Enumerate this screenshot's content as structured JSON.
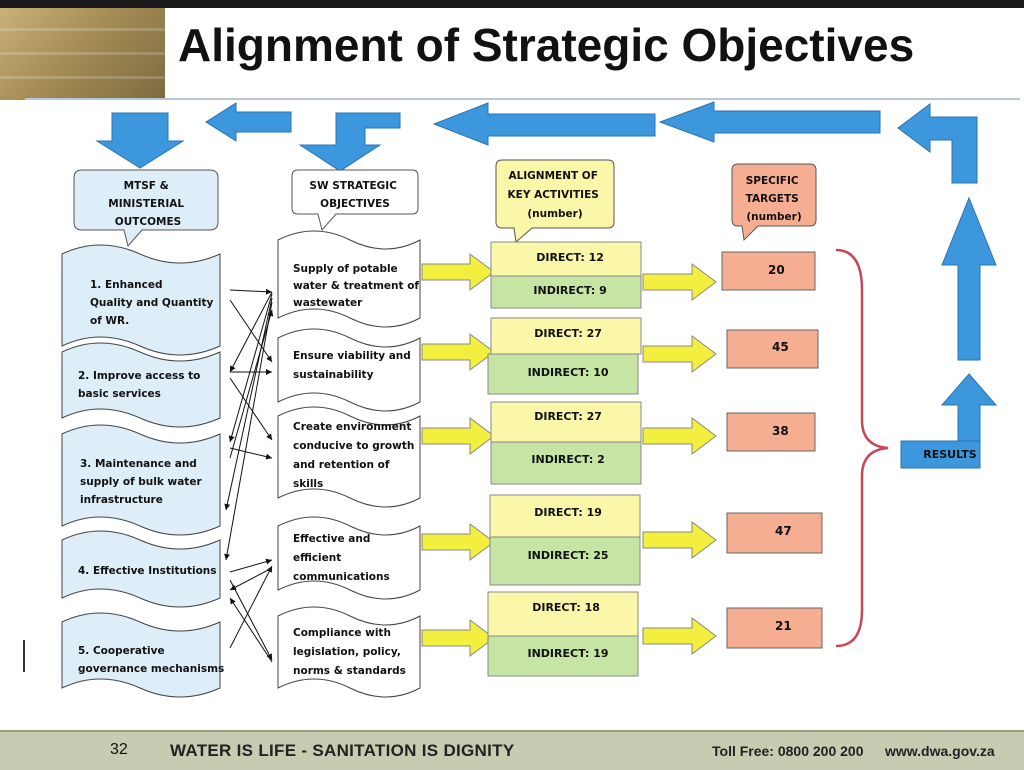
{
  "slide": {
    "title": "Alignment of Strategic Objectives",
    "page_number": "32",
    "footer_slogan": "WATER IS LIFE - SANITATION IS DIGNITY",
    "toll_free": "Toll Free: 0800 200 200",
    "website": "www.dwa.gov.za"
  },
  "callouts": {
    "mtsf": [
      "MTSF &",
      "MINISTERIAL",
      "OUTCOMES"
    ],
    "sw": [
      "SW STRATEGIC",
      "OBJECTIVES"
    ],
    "activities": [
      "ALIGNMENT OF",
      "KEY ACTIVITIES",
      "(number)"
    ],
    "targets": [
      "SPECIFIC",
      "TARGETS",
      "(number)"
    ]
  },
  "outcomes": [
    {
      "lines": [
        "1.        Enhanced",
        "Quality and Quantity",
        "of WR."
      ]
    },
    {
      "lines": [
        "2. Improve access to",
        "basic services"
      ]
    },
    {
      "lines": [
        "3. Maintenance and",
        "supply of bulk water",
        "infrastructure"
      ]
    },
    {
      "lines": [
        "4. Effective Institutions"
      ]
    },
    {
      "lines": [
        "5. Cooperative",
        "governance mechanisms"
      ]
    }
  ],
  "objectives": [
    {
      "lines": [
        "Supply of potable",
        "water & treatment of",
        "wastewater"
      ]
    },
    {
      "lines": [
        "Ensure viability and",
        "sustainability"
      ]
    },
    {
      "lines": [
        "Create environment",
        "conducive to growth",
        "and retention of",
        "skills"
      ]
    },
    {
      "lines": [
        "Effective and",
        "efficient",
        "communications"
      ]
    },
    {
      "lines": [
        "Compliance with",
        "legislation, policy,",
        "norms & standards"
      ]
    }
  ],
  "activities": [
    {
      "direct": "DIRECT:  12",
      "indirect": "INDIRECT: 9"
    },
    {
      "direct": "DIRECT: 27",
      "indirect": "INDIRECT: 10"
    },
    {
      "direct": "DIRECT: 27",
      "indirect": "INDIRECT: 2"
    },
    {
      "direct": "DIRECT: 19",
      "indirect": "INDIRECT: 25"
    },
    {
      "direct": "DIRECT: 18",
      "indirect": "INDIRECT: 19"
    }
  ],
  "targets": [
    "20",
    "45",
    "38",
    "47",
    "21"
  ],
  "results_label": "RESULTS",
  "colors": {
    "blue_arrow": "#3d97dc",
    "yellow_arrow": "#f3ef3e",
    "direct_fill": "#fbf7a9",
    "indirect_fill": "#c6e4a3",
    "target_fill": "#f6ae92",
    "outcome_fill": "#ddeef9",
    "bracket": "#c8485a"
  }
}
